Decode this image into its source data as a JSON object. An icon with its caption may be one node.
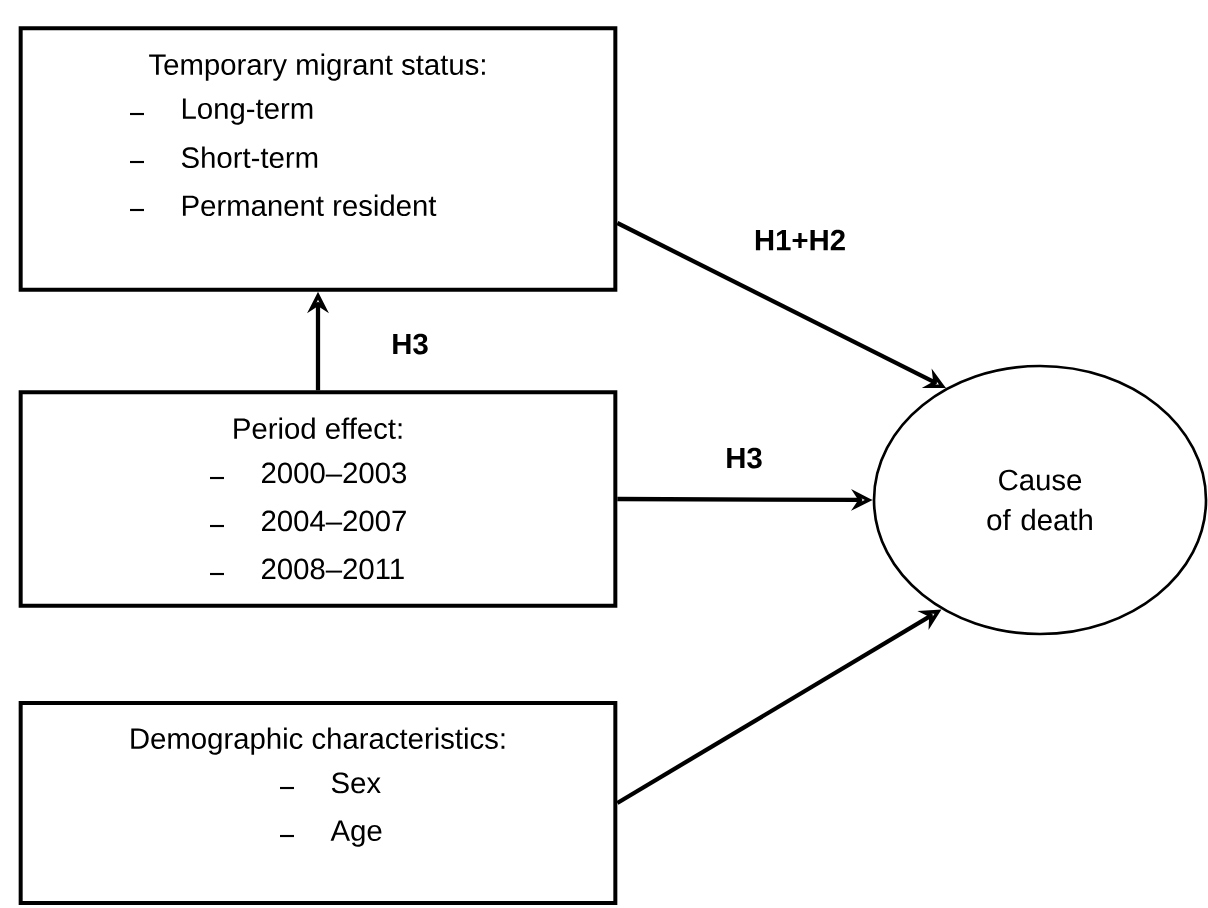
{
  "diagram": {
    "nodes": [
      {
        "text": [
          "Temporary migrant status:",
          "Long-term",
          "Short-term",
          "Permanent resident"
        ]
      },
      {
        "text": [
          "Period effect:",
          "2000–2003",
          "2004–2007",
          "2008–2011"
        ]
      },
      {
        "text": [
          "Demographic characteristics:",
          "Sex",
          "Age"
        ]
      },
      {
        "text": [
          "Cause of death"
        ]
      }
    ],
    "edges": [
      {
        "from": 0,
        "to": 3,
        "arrow": "to",
        "label": "H1+H2"
      },
      {
        "from": 1,
        "to": 0,
        "arrow": "to",
        "label": "H3"
      },
      {
        "from": 1,
        "to": 3,
        "arrow": "to",
        "label": "H3"
      },
      {
        "from": 2,
        "to": 3,
        "arrow": "to"
      }
    ]
  }
}
